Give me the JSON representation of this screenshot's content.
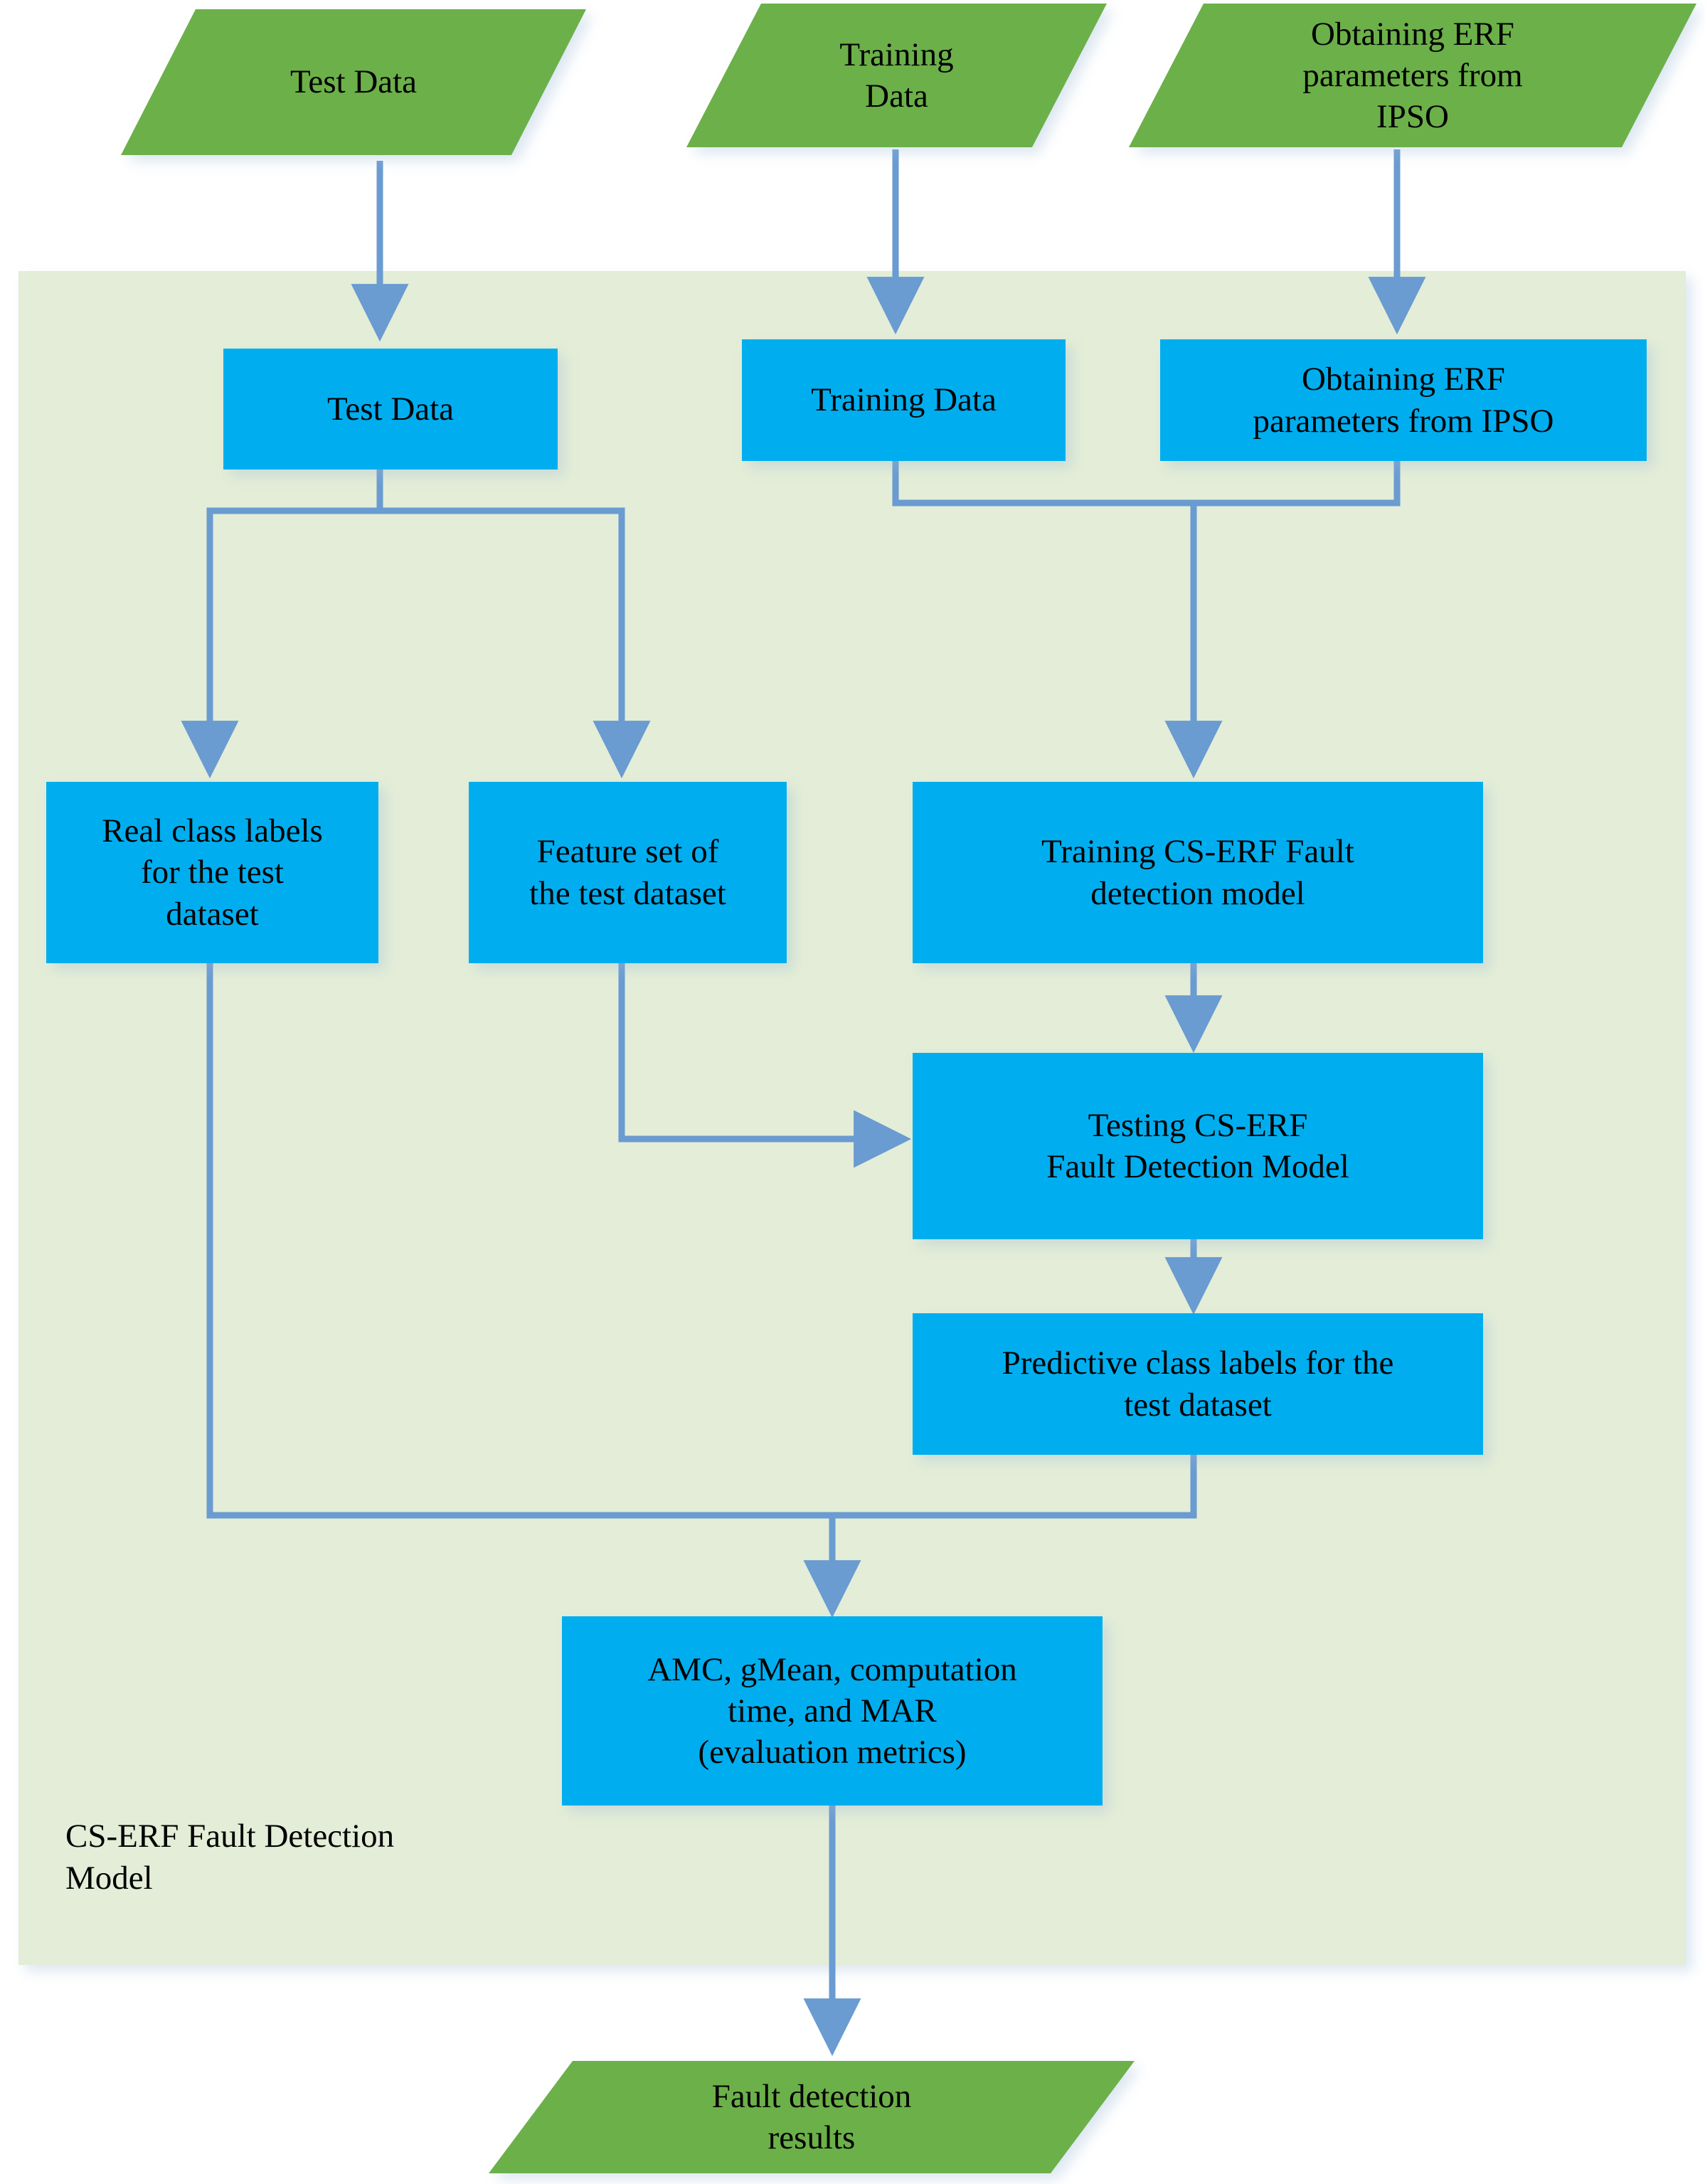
{
  "diagram": {
    "title": "CS-ERF Fault Detection Model flowchart",
    "colors": {
      "parallelogram_fill": "#6CB04A",
      "process_fill": "#00AEEF",
      "panel_fill": "#E3EDD7",
      "connector": "#6A9BD1",
      "text": "#000000",
      "background": "#FFFFFF"
    },
    "panel": {
      "label": "CS-ERF Fault Detection\nModel"
    },
    "inputs": [
      {
        "id": "in-test-data",
        "label": "Test Data"
      },
      {
        "id": "in-training-data",
        "label": "Training\nData"
      },
      {
        "id": "in-erf-params",
        "label": "Obtaining ERF\nparameters from\nIPSO"
      }
    ],
    "processes": [
      {
        "id": "p-test-data",
        "label": "Test Data"
      },
      {
        "id": "p-training-data",
        "label": "Training Data"
      },
      {
        "id": "p-erf-params",
        "label": "Obtaining ERF\nparameters from IPSO"
      },
      {
        "id": "p-real-labels",
        "label": "Real class labels\nfor the test\ndataset"
      },
      {
        "id": "p-feature-set",
        "label": "Feature set of\nthe test dataset"
      },
      {
        "id": "p-train-model",
        "label": "Training CS-ERF Fault\ndetection model"
      },
      {
        "id": "p-test-model",
        "label": "Testing CS-ERF\nFault Detection Model"
      },
      {
        "id": "p-pred-labels",
        "label": "Predictive class labels for the\ntest dataset"
      },
      {
        "id": "p-metrics",
        "label": "AMC, gMean, computation\ntime, and MAR\n(evaluation metrics)"
      }
    ],
    "outputs": [
      {
        "id": "out-results",
        "label": "Fault detection\nresults"
      }
    ],
    "edges": [
      {
        "from": "in-test-data",
        "to": "p-test-data"
      },
      {
        "from": "in-training-data",
        "to": "p-training-data"
      },
      {
        "from": "in-erf-params",
        "to": "p-erf-params"
      },
      {
        "from": "p-test-data",
        "to": "p-real-labels"
      },
      {
        "from": "p-test-data",
        "to": "p-feature-set"
      },
      {
        "from": "p-training-data",
        "to": "p-train-model"
      },
      {
        "from": "p-erf-params",
        "to": "p-train-model"
      },
      {
        "from": "p-train-model",
        "to": "p-test-model"
      },
      {
        "from": "p-feature-set",
        "to": "p-test-model"
      },
      {
        "from": "p-test-model",
        "to": "p-pred-labels"
      },
      {
        "from": "p-real-labels",
        "to": "p-metrics"
      },
      {
        "from": "p-pred-labels",
        "to": "p-metrics"
      },
      {
        "from": "p-metrics",
        "to": "out-results"
      }
    ]
  }
}
